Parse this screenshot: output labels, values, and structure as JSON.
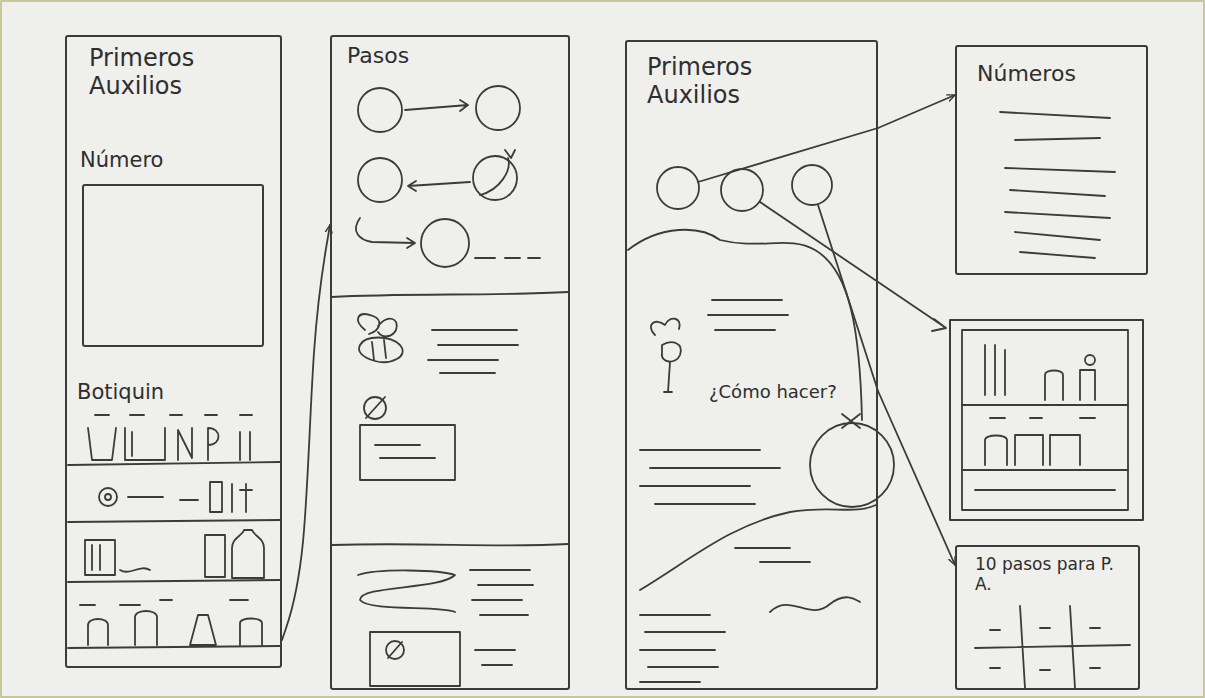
{
  "diagram": {
    "nodes": [
      {
        "text": [
          "Primeros Auxilios",
          "Botiquin"
        ]
      },
      {
        "text": [
          "Número"
        ],
        "in": 0
      },
      {
        "text": [
          "Pasos"
        ]
      },
      {
        "text": [
          "Primeros Auxilios",
          "¿Cómo hacer?"
        ]
      },
      {
        "text": [
          "Números"
        ]
      },
      {
        "text": [
          "10 pasos para P. A."
        ]
      }
    ],
    "edges": [
      {
        "from": 0,
        "to": 2,
        "arrow": "to"
      },
      {
        "from": 3,
        "to": 4,
        "arrow": "to"
      },
      {
        "from": 3,
        "to": 5,
        "arrow": "to"
      }
    ]
  }
}
